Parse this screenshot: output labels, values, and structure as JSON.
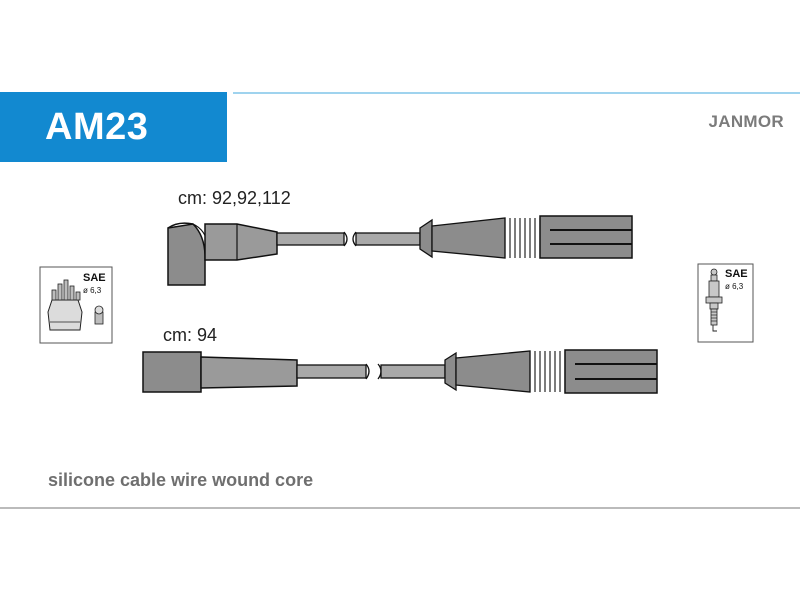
{
  "header": {
    "part_code": "AM23",
    "brand": "JANMOR"
  },
  "cables": [
    {
      "label": "cm: 92,92,112"
    },
    {
      "label": "cm: 94"
    }
  ],
  "terminals": {
    "distributor": {
      "standard": "SAE",
      "size": "ø 6,3"
    },
    "spark_plug": {
      "standard": "SAE",
      "size": "ø 6,3"
    }
  },
  "footer": {
    "description": "silicone cable wire wound core"
  },
  "colors": {
    "accent": "#1289d0",
    "boot_fill": "#8c8c8c",
    "wire_fill": "#a9a9a9"
  }
}
